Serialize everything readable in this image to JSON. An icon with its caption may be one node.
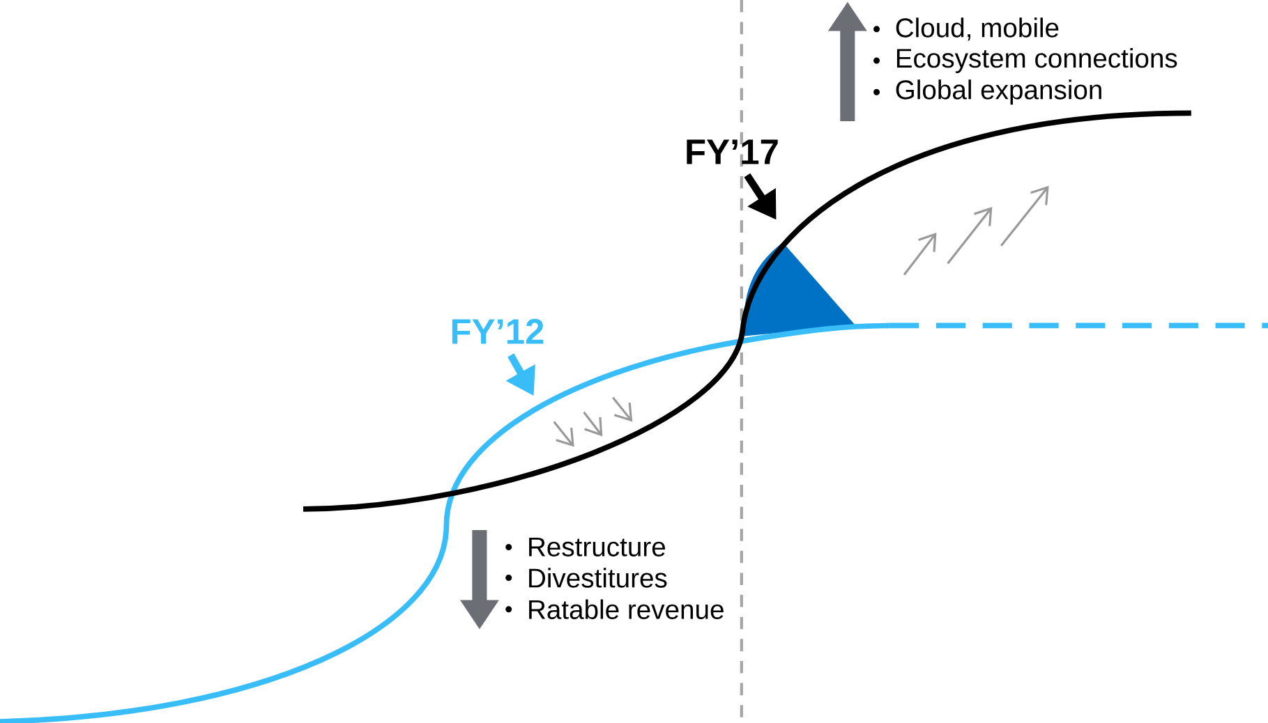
{
  "diagram": {
    "nodes": [
      {
        "text": [
          "FY’17"
        ]
      },
      {
        "text": [
          "FY’12"
        ]
      },
      {
        "text": [],
        "shape": "triangle"
      }
    ],
    "edges": [
      {
        "from": 0,
        "to": null,
        "arrow": "to"
      },
      {
        "from": 1,
        "to": null,
        "arrow": "to",
        "color": "#38bdf8"
      }
    ],
    "labels": [
      "Cloud, mobile",
      "Ecosystem connections",
      "Global expansion",
      "Restructure",
      "Divestitures",
      "Ratable revenue"
    ]
  }
}
